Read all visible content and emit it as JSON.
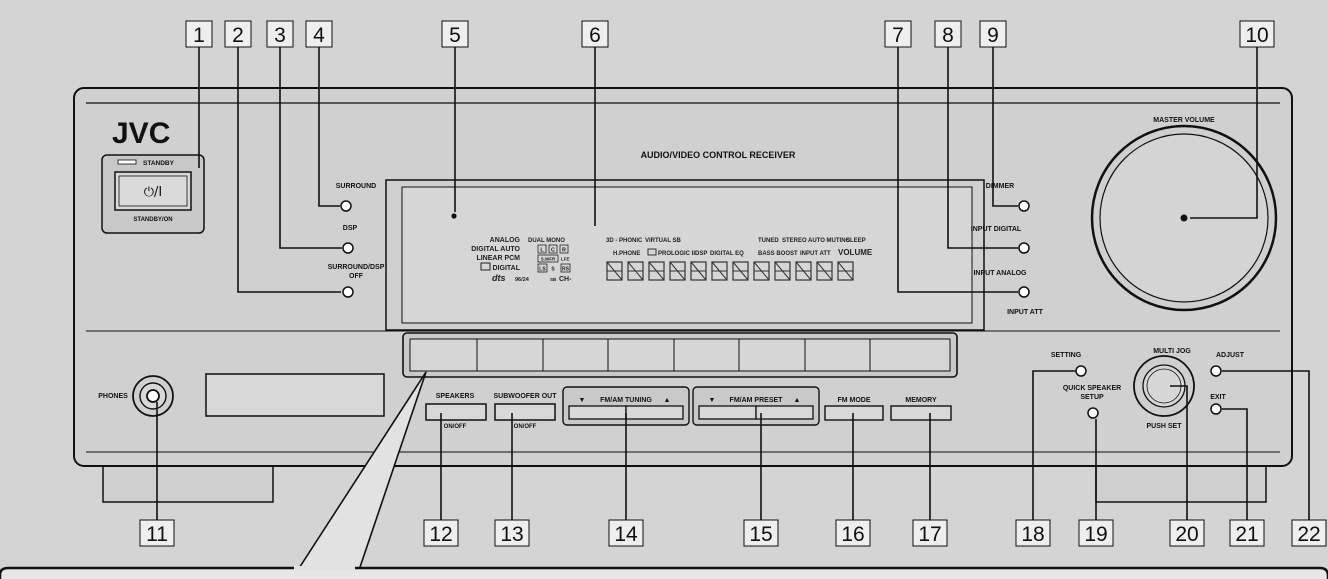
{
  "device": {
    "brand": "JVC",
    "model_title": "AUDIO/VIDEO CONTROL RECEIVER",
    "master_volume_label": "MASTER VOLUME"
  },
  "callouts": {
    "n1": "1",
    "n2": "2",
    "n3": "3",
    "n4": "4",
    "n5": "5",
    "n6": "6",
    "n7": "7",
    "n8": "8",
    "n9": "9",
    "n10": "10",
    "n11": "11",
    "n12": "12",
    "n13": "13",
    "n14": "14",
    "n15": "15",
    "n16": "16",
    "n17": "17",
    "n18": "18",
    "n19": "19",
    "n20": "20",
    "n21": "21",
    "n22": "22"
  },
  "standby": {
    "indicator": "STANDBY",
    "button_symbol": "⏻/I",
    "caption": "STANDBY/ON"
  },
  "left_buttons": {
    "surround": "SURROUND",
    "dsp": "DSP",
    "surround_dsp_off_1": "SURROUND/DSP",
    "surround_dsp_off_2": "OFF"
  },
  "right_buttons": {
    "dimmer": "DIMMER",
    "input_digital": "INPUT DIGITAL",
    "input_analog": "INPUT ANALOG",
    "input_att": "INPUT ATT"
  },
  "display": {
    "analog": "ANALOG",
    "digital_auto": "DIGITAL AUTO",
    "linear_pcm": "LINEAR PCM",
    "dolby_digital": "DIGITAL",
    "dts": "dts",
    "dts_96": "96/24",
    "dual_mono": "DUAL MONO",
    "ch_l": "L",
    "ch_c": "C",
    "ch_r": "R",
    "ch_swfr": "S.WFR",
    "ch_lfe": "LFE",
    "ch_ls": "LS",
    "ch_s": "S",
    "ch_rs": "RS",
    "ch_sb": "SB",
    "ch_minus": "CH-",
    "three_d_phonic": "3D - PHONIC",
    "virtual_sb": "VIRTUAL SB",
    "hphone": "H.PHONE",
    "prologic": "PROLOGIC II",
    "dsp": "DSP",
    "digital_eq": "DIGITAL EQ",
    "tuned": "TUNED",
    "stereo": "STEREO",
    "auto_muting": "AUTO MUTING",
    "sleep": "SLEEP",
    "bass_boost": "BASS BOOST",
    "input_att": "INPUT ATT",
    "volume": "VOLUME"
  },
  "front": {
    "phones": "PHONES",
    "speakers": "SPEAKERS",
    "speakers_sub": "ON/OFF",
    "subwoofer_out": "SUBWOOFER OUT",
    "subwoofer_sub": "ON/OFF",
    "fm_am_tuning": "FM/AM TUNING",
    "fm_am_preset": "FM/AM PRESET",
    "arrow_down": "▼",
    "arrow_up": "▲",
    "fm_mode": "FM MODE",
    "memory": "MEMORY",
    "setting": "SETTING",
    "quick_speaker_1": "QUICK SPEAKER",
    "quick_speaker_2": "SETUP",
    "multi_jog": "MULTI JOG",
    "push_set": "PUSH SET",
    "adjust": "ADJUST",
    "exit": "EXIT"
  }
}
